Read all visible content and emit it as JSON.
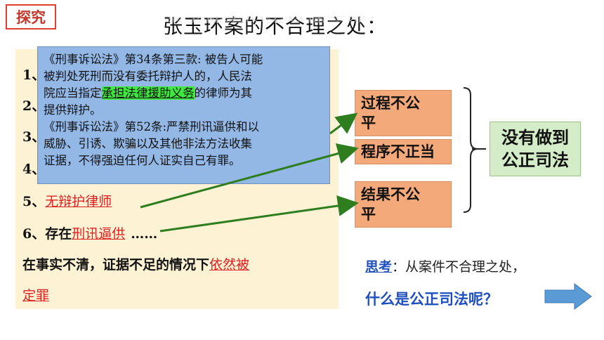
{
  "tag": "探究",
  "title": "张玉环案的不合理之处：",
  "list": {
    "n1": "1、",
    "n2": "2、",
    "n3": "3、",
    "n4": "4、",
    "item5_num": "5、",
    "item5_text": "无辩护律师",
    "item6_prefix": "6、存在",
    "item6_text": "刑讯逼供",
    "item6_suffix": "……",
    "conclusion_prefix": "在事实不清，证据不足的情况下",
    "conclusion_red1": "依然被",
    "conclusion_red2": "定罪"
  },
  "popup": {
    "l1": "《刑事诉讼法》第34条第三款: 被告人可能",
    "l2": "被判处死刑而没有委托辩护人的，人民法",
    "l3_a": "院应当指定",
    "l3_hl": "承担法律援助义务",
    "l3_b": "的律师为其",
    "l4": "提供辩护。",
    "l5": "《刑事诉讼法》第52条:严禁刑讯逼供和以",
    "l6": "威胁、引诱、欺骗以及其他非法方法收集",
    "l7": "证据，不得强迫任何人证实自己有罪。"
  },
  "boxes": {
    "process_1": "过程不公",
    "process_2": "平",
    "procedure": "程序不正当",
    "result_1": "结果不公",
    "result_2": "平"
  },
  "conclusion_box": {
    "line1": "没有做到",
    "line2": "公正司法"
  },
  "think": {
    "key": "思考",
    "text": "：从案件不合理之处，",
    "question": "什么是公正司法呢？"
  },
  "colors": {
    "arrow_green": "#2e7d1f",
    "orange_box": "#f3a97a",
    "green_box": "#d4ecc7",
    "popup_bg": "#93b8e6",
    "blue_arrow": "#5b9bd5"
  }
}
